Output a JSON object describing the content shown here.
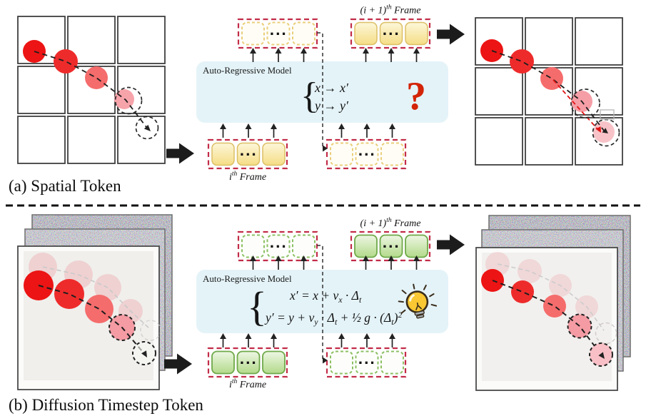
{
  "panel_a": {
    "caption": "(a) Spatial Token",
    "model_label": "Auto-Regressive Model",
    "equation_brace": "{",
    "equation_lines": {
      "line1": "x → x′",
      "line2": "y → y′"
    },
    "uncertainty_mark": "?",
    "input_frame_label": "i^{th} Frame",
    "output_frame_label": "(i + 1)^{th} Frame"
  },
  "panel_b": {
    "caption": "(b) Diffusion Timestep Token",
    "model_label": "Auto-Regressive Model",
    "equation_brace": "{",
    "equation_lines": {
      "line1": "x′ = x + v_{x} · Δ_{t}",
      "line2": "y′ = y + v_{y} · Δ_{t} + ½ g · (Δ_{t})^{2}"
    },
    "input_frame_label": "i^{th} Frame",
    "output_frame_label": "(i + 1)^{th} Frame"
  },
  "tokens": {
    "ellipsis": "···"
  },
  "colors": {
    "model_box_fill": "#e4f3f8",
    "token_yellow": "#f5dd85",
    "token_green": "#b2da8a",
    "token_container_red": "#c22c48",
    "ball_red": "#ec1414",
    "question_mark_red": "#d32408",
    "lightbulb_yellow": "#f9c832"
  }
}
